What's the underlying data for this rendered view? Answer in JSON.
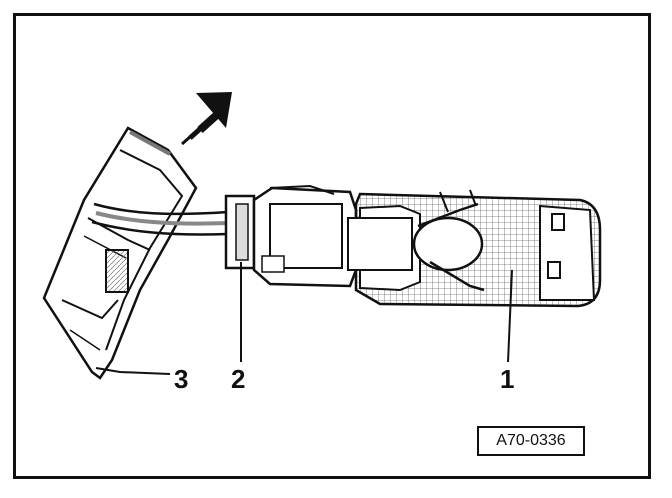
{
  "diagram": {
    "callouts": {
      "item1": "1",
      "item2": "2",
      "item3": "3"
    },
    "reference_code": "A70-0336",
    "arrow_icon": "direction-arrow-icon"
  }
}
